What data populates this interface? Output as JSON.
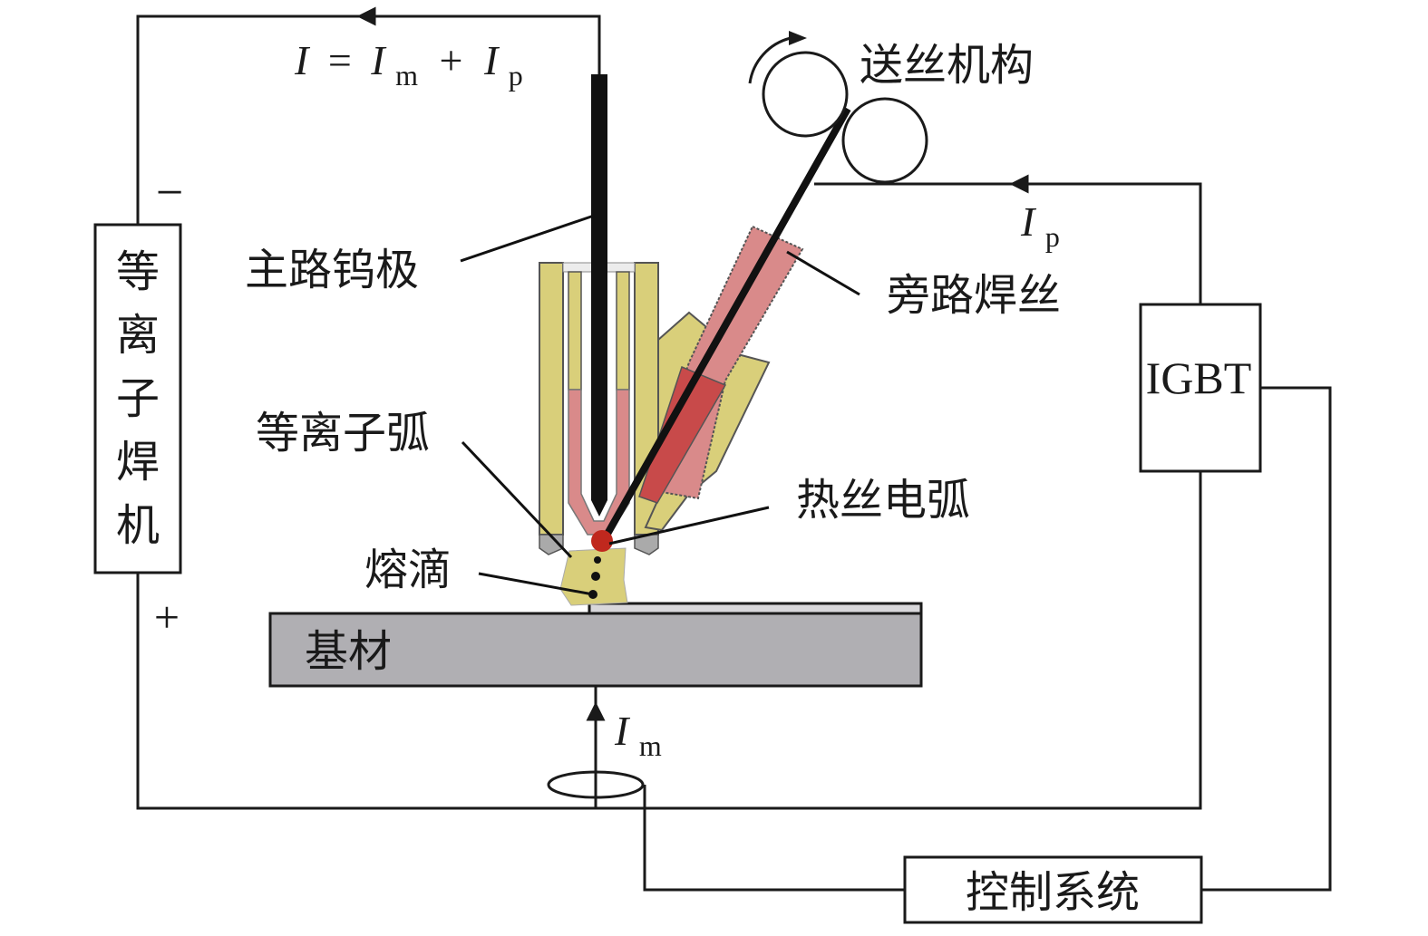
{
  "title": "Hot-wire plasma arc welding schematic",
  "equation": {
    "lhs": "I",
    "eq": "=",
    "term1": "I",
    "term1_sub": "m",
    "plus": "+",
    "term2": "I",
    "term2_sub": "p"
  },
  "labels": {
    "plasma_welder": [
      "等",
      "离",
      "子",
      "焊",
      "机"
    ],
    "minus": "−",
    "plus": "+",
    "main_tungsten": "主路钨极",
    "plasma_arc": "等离子弧",
    "droplet": "熔滴",
    "substrate": "基材",
    "wire_feeder": "送丝机构",
    "bypass_wire": "旁路焊丝",
    "hot_wire_arc": "热丝电弧",
    "igbt": "IGBT",
    "control_system": "控制系统",
    "current_bypass": "I",
    "current_bypass_sub": "p",
    "current_main": "I",
    "current_main_sub": "m"
  },
  "colors": {
    "nozzle_yellow": "#d9cf7a",
    "electrode_pink": "#d98a8a",
    "wire_guide_red": "#c84a4a",
    "arc_red": "#c0281e",
    "substrate_gray": "#b0afb3",
    "line": "#1a1a1a"
  }
}
